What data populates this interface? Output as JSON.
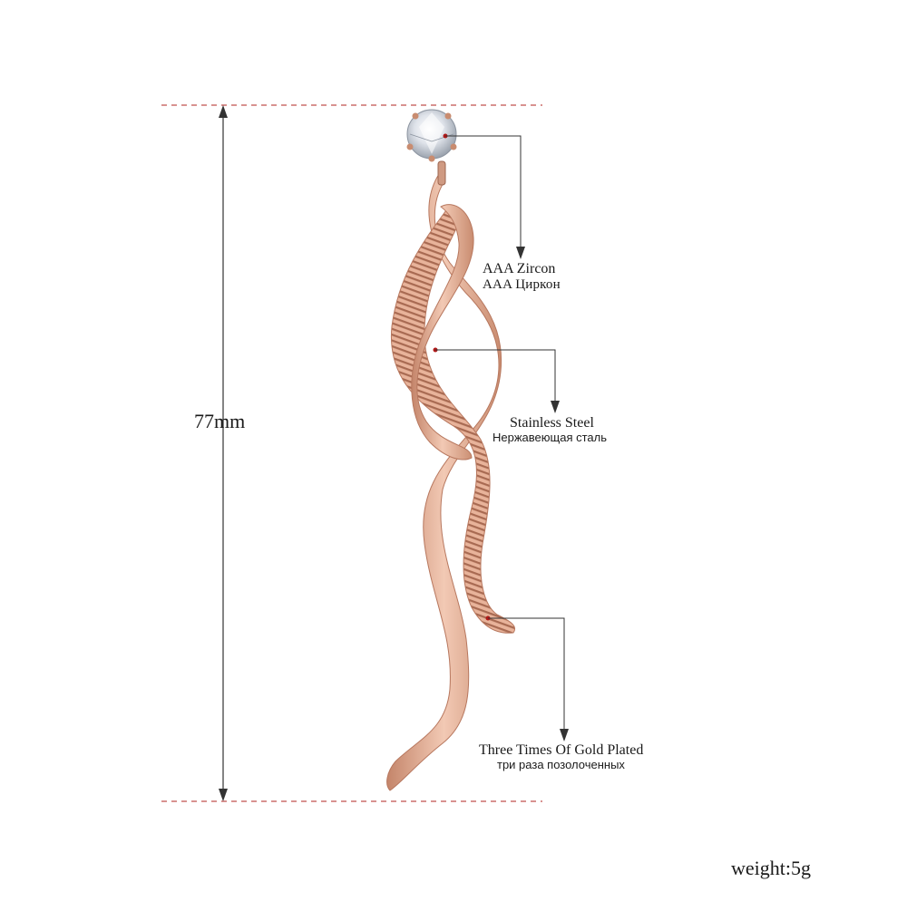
{
  "dimension": {
    "length_label": "77mm"
  },
  "callouts": {
    "zircon": {
      "en": "AAA Zircon",
      "ru": "AAA  Циркон"
    },
    "steel": {
      "en": "Stainless Steel",
      "ru": "Нержавеющая сталь"
    },
    "plating": {
      "en": "Three Times Of Gold Plated",
      "ru": "три раза позолоченных"
    }
  },
  "weight_label": "weight:5g",
  "colors": {
    "guide_line": "#c0504d",
    "rose_gold": "#e3a98e",
    "rose_gold_dark": "#b7775e",
    "callout_dot": "#b01818",
    "leader_line": "#333333"
  }
}
